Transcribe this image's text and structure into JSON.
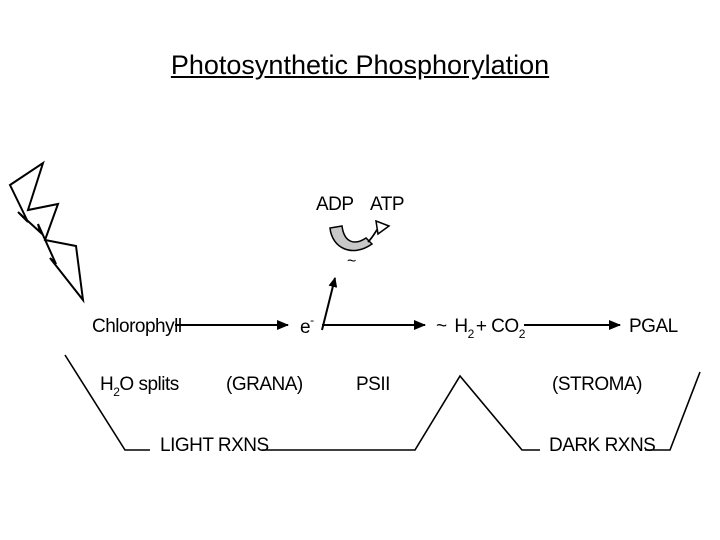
{
  "title": "Photosynthetic Phosphorylation",
  "nodes": {
    "chlorophyll": "Chlorophyll",
    "electron": "e",
    "electron_sup": "-",
    "adp": "ADP",
    "atp": "ATP",
    "tilde_small": "~",
    "tilde": "~",
    "h": "H",
    "sub2_a": "2",
    "plus": "+ CO",
    "sub2_b": "2",
    "pgal": "PGAL"
  },
  "regions": {
    "h2o_h": "H",
    "h2o_sub": "2",
    "h2o_rest": "O splits",
    "grana": "(GRANA)",
    "psii": "PSII",
    "stroma": "(STROMA)",
    "light_rxns": "LIGHT RXNS",
    "dark_rxns": "DARK RXNS"
  },
  "icons": [
    "lightning-bolt-icon",
    "curved-arrow-icon"
  ]
}
